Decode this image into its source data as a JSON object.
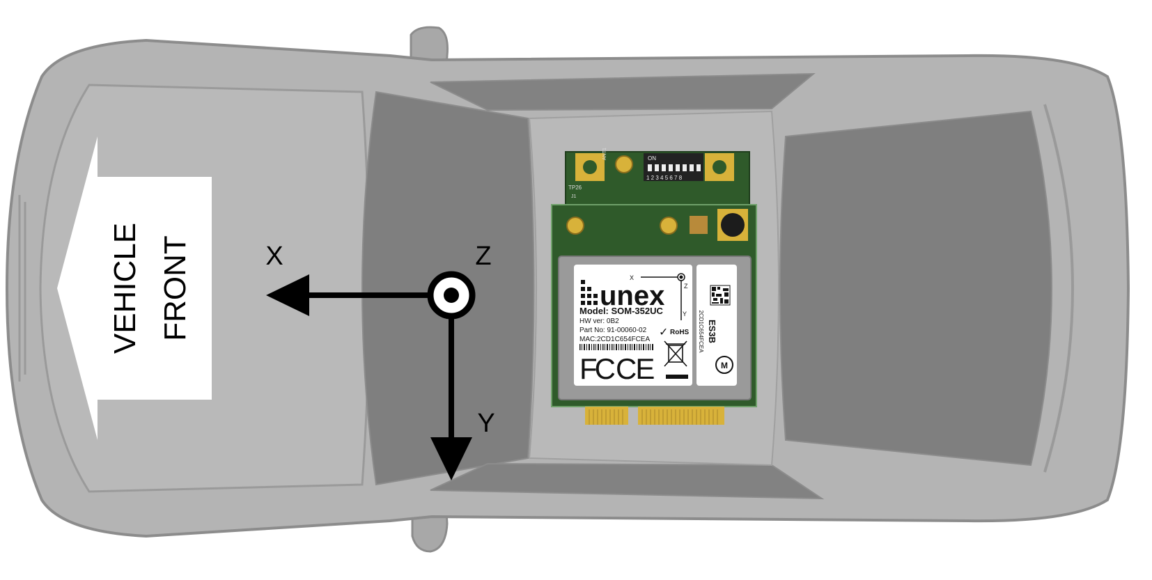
{
  "colors": {
    "background": "#ffffff",
    "car_body": "#b4b4b4",
    "car_outline": "#8c8c8c",
    "car_panel": "#a9a9a9",
    "glass": "#7f7f7f",
    "arrow_fill": "#ffffff",
    "axis": "#000000",
    "pcb_green": "#2f5a2a",
    "pcb_dark": "#1f3d1c",
    "gold": "#d8b23a",
    "shield": "#9a9a9a",
    "label_white": "#ffffff"
  },
  "direction_label": {
    "line1": "VEHICLE",
    "line2": "FRONT"
  },
  "axes": {
    "x_label": "X",
    "y_label": "Y",
    "z_label": "Z"
  },
  "module": {
    "brand": "unex",
    "model": "Model: SOM-352UC",
    "hw_ver": "HW ver: 0B2",
    "part_no": "Part No: 91-00060-02",
    "mac": "MAC:2CD1C654FCEA",
    "side_code": "ES3B",
    "side_mac": "2CD1C654FCEA",
    "rohs": "RoHS",
    "fcc": "FC",
    "ce": "CE",
    "mini_axes": {
      "x": "X",
      "y": "Y",
      "z": "Z"
    },
    "dip_on": "ON",
    "dip_numbers": "1 2 3 4 5 6 7 8",
    "tp_label": "TP26",
    "j_label": "J1",
    "ant_label": "ANT1"
  }
}
